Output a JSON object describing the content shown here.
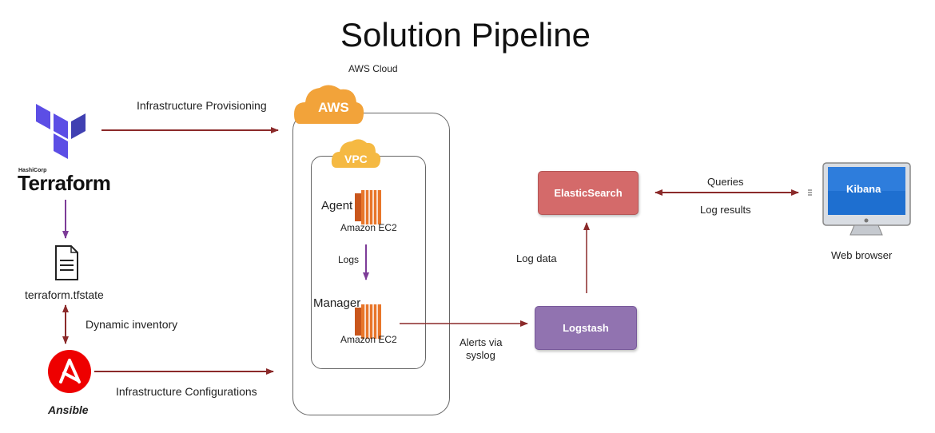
{
  "title": "Solution Pipeline",
  "aws": {
    "cloud_label": "AWS Cloud",
    "badge": "AWS",
    "vpc_badge": "VPC",
    "agent_label": "Agent",
    "agent_caption": "Amazon EC2",
    "manager_label": "Manager",
    "manager_caption": "Amazon EC2",
    "logs_label": "Logs"
  },
  "terraform": {
    "vendor": "HashiCorp",
    "name": "Terraform",
    "state_file": "terraform.tfstate"
  },
  "ansible": {
    "name": "Ansible"
  },
  "edges": {
    "provisioning": "Infrastructure Provisioning",
    "configurations": "Infrastructure Configurations",
    "dynamic_inventory": "Dynamic inventory",
    "alerts_line1": "Alerts via",
    "alerts_line2": "syslog",
    "log_data": "Log data",
    "queries": "Queries",
    "log_results": "Log results"
  },
  "nodes": {
    "elasticsearch": "ElasticSearch",
    "logstash": "Logstash",
    "kibana": "Kibana",
    "web_browser": "Web browser"
  },
  "colors": {
    "arrow_dark_red": "#8b2a2a",
    "arrow_purple": "#7d3c98",
    "terraform_purple": "#5c4ee5",
    "aws_orange": "#f2a33a",
    "vpc_orange": "#f5b942",
    "ec2_orange": "#e8762a",
    "ansible_red": "#e00"
  }
}
